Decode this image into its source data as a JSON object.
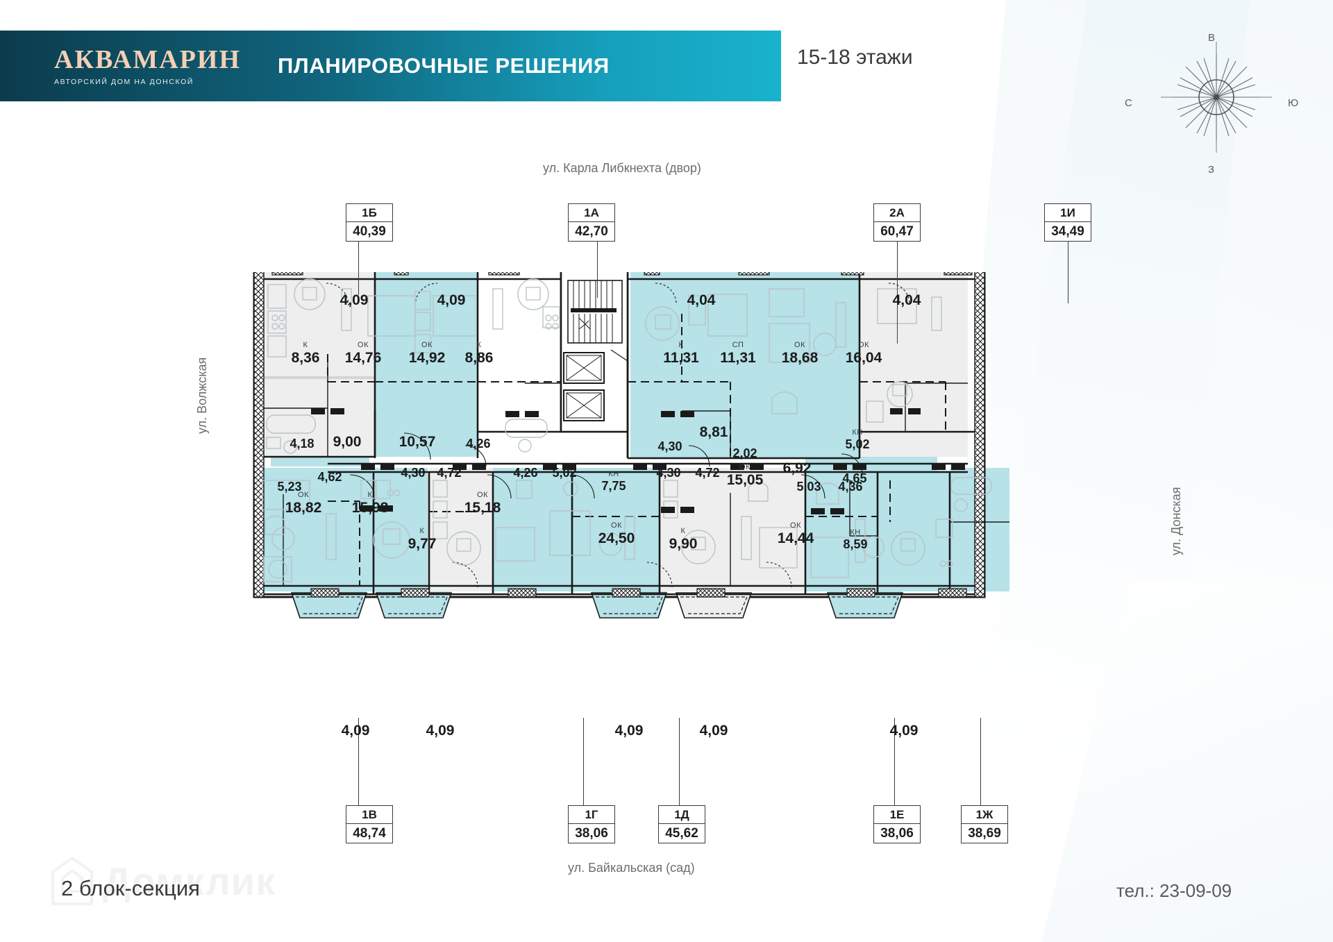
{
  "brand": {
    "name": "АКВАМАРИН",
    "tagline": "АВТОРСКИЙ ДОМ НА ДОНСКОЙ",
    "accent_color": "#f6cfb4",
    "bar_color_start": "#0b3c4d",
    "bar_color_end": "#19b2cd"
  },
  "header": {
    "title": "ПЛАНИРОВОЧНЫЕ РЕШЕНИЯ",
    "floors": "15-18 этажи"
  },
  "compass": {
    "north": "В",
    "west": "С",
    "east": "Ю",
    "south": "З"
  },
  "streets": {
    "top": "ул. Карла Либкнехта (двор)",
    "bottom": "ул. Байкальская (сад)",
    "left": "ул. Волжская",
    "right": "ул. Донская"
  },
  "footer": {
    "block_section": "2 блок-секция",
    "phone": "тел.: 23-09-09",
    "watermark": "Домклик"
  },
  "apartment_tags": [
    {
      "code": "1Б",
      "area": "40,39"
    },
    {
      "code": "1А",
      "area": "42,70"
    },
    {
      "code": "2А",
      "area": "60,47"
    },
    {
      "code": "1И",
      "area": "34,49"
    },
    {
      "code": "1В",
      "area": "48,74"
    },
    {
      "code": "1Г",
      "area": "38,06"
    },
    {
      "code": "1Д",
      "area": "45,62"
    },
    {
      "code": "1Е",
      "area": "38,06"
    },
    {
      "code": "1Ж",
      "area": "38,69"
    }
  ],
  "rooms": [
    {
      "label": "",
      "area": "4,09"
    },
    {
      "label": "",
      "area": "4,09"
    },
    {
      "label": "",
      "area": "4,04"
    },
    {
      "label": "",
      "area": "4,04"
    },
    {
      "label": "К",
      "area": "8,36"
    },
    {
      "label": "ОК",
      "area": "14,76"
    },
    {
      "label": "ОК",
      "area": "14,92"
    },
    {
      "label": "К",
      "area": "8,86"
    },
    {
      "label": "К",
      "area": "11,31"
    },
    {
      "label": "СП",
      "area": "11,31"
    },
    {
      "label": "ОК",
      "area": "18,68"
    },
    {
      "label": "ОК",
      "area": "16,04"
    },
    {
      "label": "",
      "area": "4,18"
    },
    {
      "label": "",
      "area": "9,00"
    },
    {
      "label": "",
      "area": "10,57"
    },
    {
      "label": "",
      "area": "4,26"
    },
    {
      "label": "",
      "area": "4,30"
    },
    {
      "label": "",
      "area": "8,81"
    },
    {
      "label": "",
      "area": "2,02"
    },
    {
      "label": "КН",
      "area": "5,02"
    },
    {
      "label": "",
      "area": "5,23"
    },
    {
      "label": "",
      "area": "4,62"
    },
    {
      "label": "",
      "area": "5,03"
    },
    {
      "label": "",
      "area": "4,36"
    },
    {
      "label": "",
      "area": "4,30"
    },
    {
      "label": "",
      "area": "4,72"
    },
    {
      "label": "",
      "area": "4,26"
    },
    {
      "label": "",
      "area": "5,02"
    },
    {
      "label": "КН",
      "area": "7,75"
    },
    {
      "label": "",
      "area": "4,30"
    },
    {
      "label": "",
      "area": "4,72"
    },
    {
      "label": "ОК",
      "area": "15,05"
    },
    {
      "label": "",
      "area": "6,92"
    },
    {
      "label": "",
      "area": "4,65"
    },
    {
      "label": "ОК",
      "area": "18,82"
    },
    {
      "label": "К",
      "area": "15,98"
    },
    {
      "label": "ОК",
      "area": "15,18"
    },
    {
      "label": "К",
      "area": "9,77"
    },
    {
      "label": "ОК",
      "area": "24,50"
    },
    {
      "label": "К",
      "area": "9,90"
    },
    {
      "label": "ОК",
      "area": "14,44"
    },
    {
      "label": "КН",
      "area": "8,59"
    },
    {
      "label": "",
      "area": "4,09"
    },
    {
      "label": "",
      "area": "4,09"
    },
    {
      "label": "",
      "area": "4,09"
    },
    {
      "label": "",
      "area": "4,09"
    },
    {
      "label": "",
      "area": "4,09"
    }
  ],
  "plan_colors": {
    "highlight_fill": "#b6e2e8",
    "neutral_fill": "#eeeeee",
    "wall_stroke": "#1a1a1a",
    "furniture_stroke": "#b9c4c7"
  }
}
